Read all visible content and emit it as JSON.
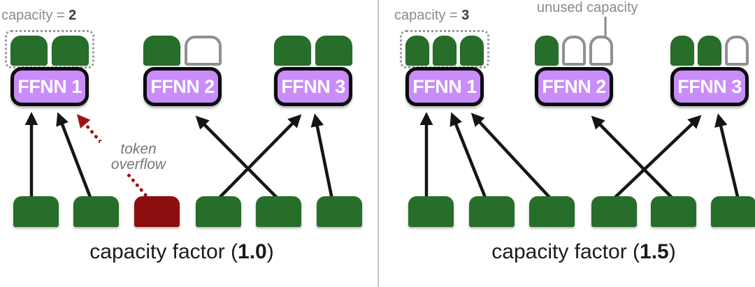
{
  "colors": {
    "token_green": "#266e29",
    "overflow_red": "#8c0e0e",
    "expert_purple": "#c98cfa",
    "expert_border": "#0b0b0b",
    "empty_slot_border": "#909090",
    "annotation_gray": "#8a8a8a",
    "arrow_black": "#151515",
    "overflow_arrow_red": "#a01212",
    "divider_gray": "#c5c5c5"
  },
  "left_panel": {
    "capacity_label": "capacity =",
    "capacity_value": "2",
    "experts": [
      {
        "label": "FFNN 1"
      },
      {
        "label": "FFNN 2"
      },
      {
        "label": "FFNN 3"
      }
    ],
    "slot_states": [
      [
        "filled",
        "filled"
      ],
      [
        "filled",
        "empty"
      ],
      [
        "filled",
        "filled"
      ]
    ],
    "token_states": [
      "routed",
      "routed",
      "overflow",
      "routed",
      "routed",
      "routed"
    ],
    "token_to_expert": [
      "FFNN 1",
      "FFNN 1",
      "overflow (dropped)",
      "FFNN 3",
      "FFNN 2",
      "FFNN 3"
    ],
    "overflow_note_line1": "token",
    "overflow_note_line2": "overflow",
    "caption_prefix": "capacity factor (",
    "caption_value": "1.0",
    "caption_suffix": ")"
  },
  "right_panel": {
    "capacity_label": "capacity =",
    "capacity_value": "3",
    "unused_capacity_label": "unused capacity",
    "experts": [
      {
        "label": "FFNN 1"
      },
      {
        "label": "FFNN 2"
      },
      {
        "label": "FFNN 3"
      }
    ],
    "slot_states": [
      [
        "filled",
        "filled",
        "filled"
      ],
      [
        "filled",
        "empty",
        "empty"
      ],
      [
        "filled",
        "filled",
        "empty"
      ]
    ],
    "token_states": [
      "routed",
      "routed",
      "routed",
      "routed",
      "routed",
      "routed"
    ],
    "token_to_expert": [
      "FFNN 1",
      "FFNN 1",
      "FFNN 1",
      "FFNN 3",
      "FFNN 2",
      "FFNN 3"
    ],
    "caption_prefix": "capacity factor (",
    "caption_value": "1.5",
    "caption_suffix": ")"
  }
}
